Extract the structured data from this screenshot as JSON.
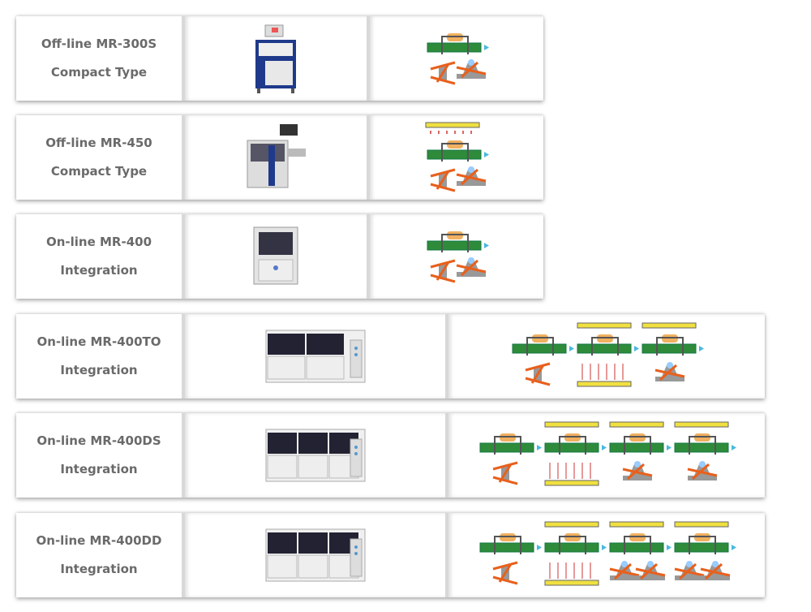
{
  "products": [
    {
      "line1": "Off-line MR-300S",
      "line2": "Compact Type",
      "machine": "compact-blue",
      "stages": [
        "flux-solder"
      ]
    },
    {
      "line1": "Off-line MR-450",
      "line2": "Compact Type",
      "machine": "compact-monitor",
      "stages": [
        "flux-solder-heater"
      ]
    },
    {
      "line1": "On-line MR-400",
      "line2": "Integration",
      "machine": "cabinet",
      "stages": [
        "flux-solder"
      ]
    },
    {
      "line1": "On-line MR-400TO",
      "line2": "Integration",
      "machine": "inline-2",
      "stages": [
        "flux",
        "preheat",
        "solder"
      ]
    },
    {
      "line1": "On-line MR-400DS",
      "line2": "Integration",
      "machine": "inline-3",
      "stages": [
        "flux",
        "preheat",
        "solder",
        "solder"
      ]
    },
    {
      "line1": "On-line MR-400DD",
      "line2": "Integration",
      "machine": "inline-3",
      "stages": [
        "flux",
        "preheat",
        "solder2",
        "solder2"
      ]
    }
  ],
  "colors": {
    "text": "#6a6a6a",
    "pcb": "#2e8b3a",
    "component": "#f0b060",
    "heater": "#f0e040",
    "spray": "#e8601c",
    "arrow": "#4ab8e0",
    "machine_blue": "#1f3a8a"
  }
}
